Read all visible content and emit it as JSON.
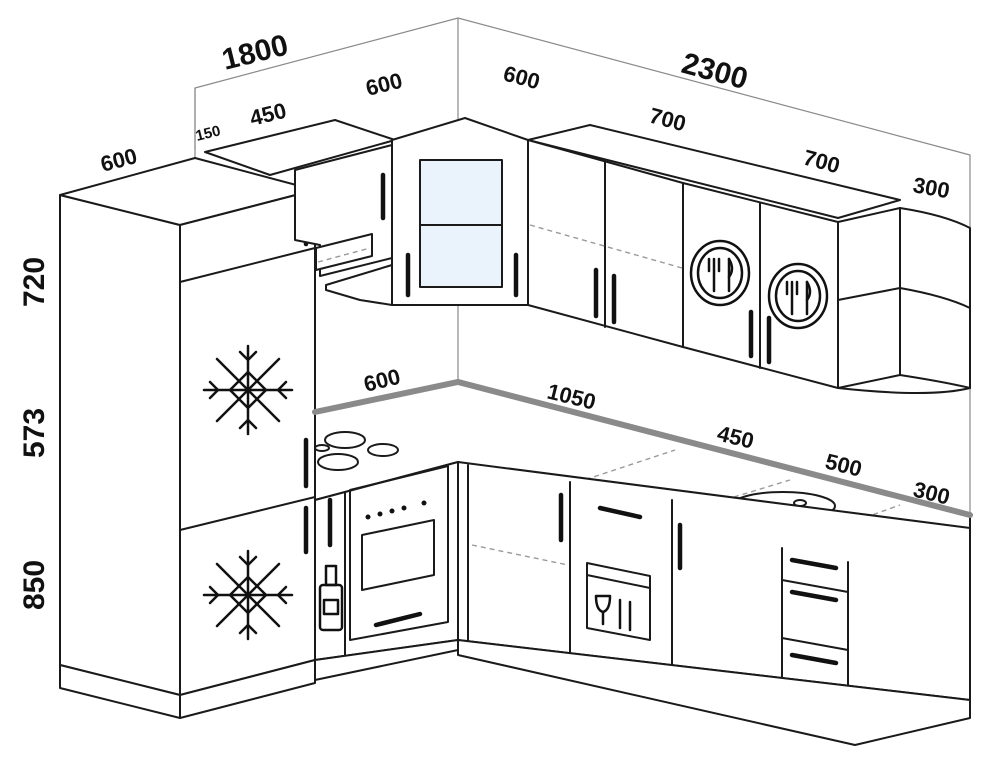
{
  "dimensions": {
    "upper_left_total": "1800",
    "upper_right_total": "2300",
    "fridge_depth": "600",
    "gap_150": "150",
    "hood_450": "450",
    "corner_left_600": "600",
    "corner_right_600": "600",
    "upper_700_a": "700",
    "upper_700_b": "700",
    "shelf_300": "300",
    "height_upper": "720",
    "height_middle": "573",
    "height_lower": "850",
    "counter_left_600": "600",
    "counter_1050": "1050",
    "counter_450": "450",
    "counter_500": "500",
    "counter_300": "300"
  },
  "icons": {
    "freezer": "snowflake-icon",
    "plates": "cutlery-plate-icon",
    "dishwasher": "dishwasher-icon",
    "bottle": "bottle-icon",
    "oven": "oven-icon",
    "sink": "sink-icon",
    "hob": "cooktop-icon"
  }
}
